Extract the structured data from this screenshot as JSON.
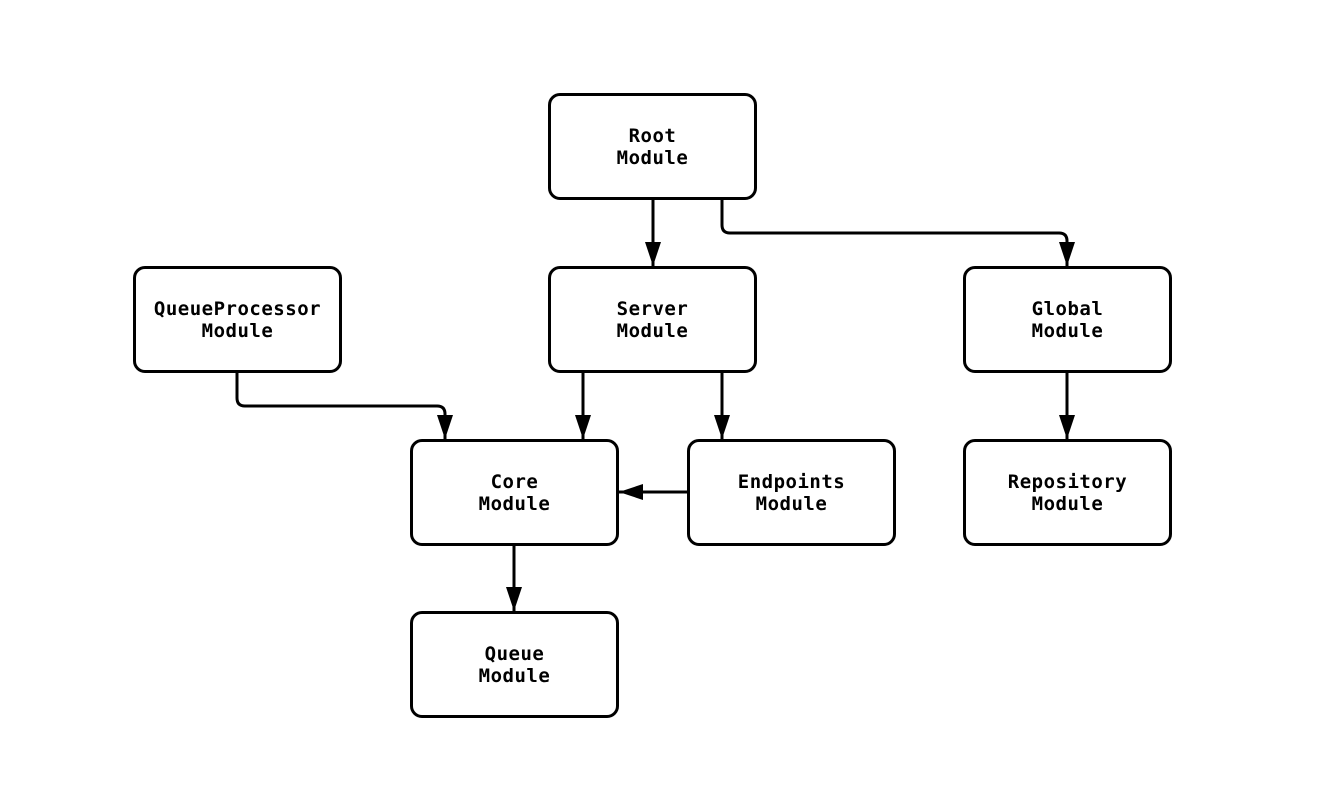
{
  "diagram": {
    "type": "flowchart",
    "colors": {
      "background": "#ffffff",
      "node_fill": "#ffffff",
      "node_border": "#000000",
      "edge": "#000000",
      "text": "#000000"
    },
    "nodes": {
      "root": {
        "label": "Root\nModule"
      },
      "queueprocessor": {
        "label": "QueueProcessor\nModule"
      },
      "server": {
        "label": "Server\nModule"
      },
      "global": {
        "label": "Global\nModule"
      },
      "core": {
        "label": "Core\nModule"
      },
      "endpoints": {
        "label": "Endpoints\nModule"
      },
      "repository": {
        "label": "Repository\nModule"
      },
      "queue": {
        "label": "Queue\nModule"
      }
    },
    "edges": [
      {
        "from": "root",
        "to": "server"
      },
      {
        "from": "root",
        "to": "global"
      },
      {
        "from": "queueprocessor",
        "to": "core"
      },
      {
        "from": "server",
        "to": "core"
      },
      {
        "from": "server",
        "to": "endpoints"
      },
      {
        "from": "endpoints",
        "to": "core"
      },
      {
        "from": "global",
        "to": "repository"
      },
      {
        "from": "core",
        "to": "queue"
      }
    ]
  }
}
